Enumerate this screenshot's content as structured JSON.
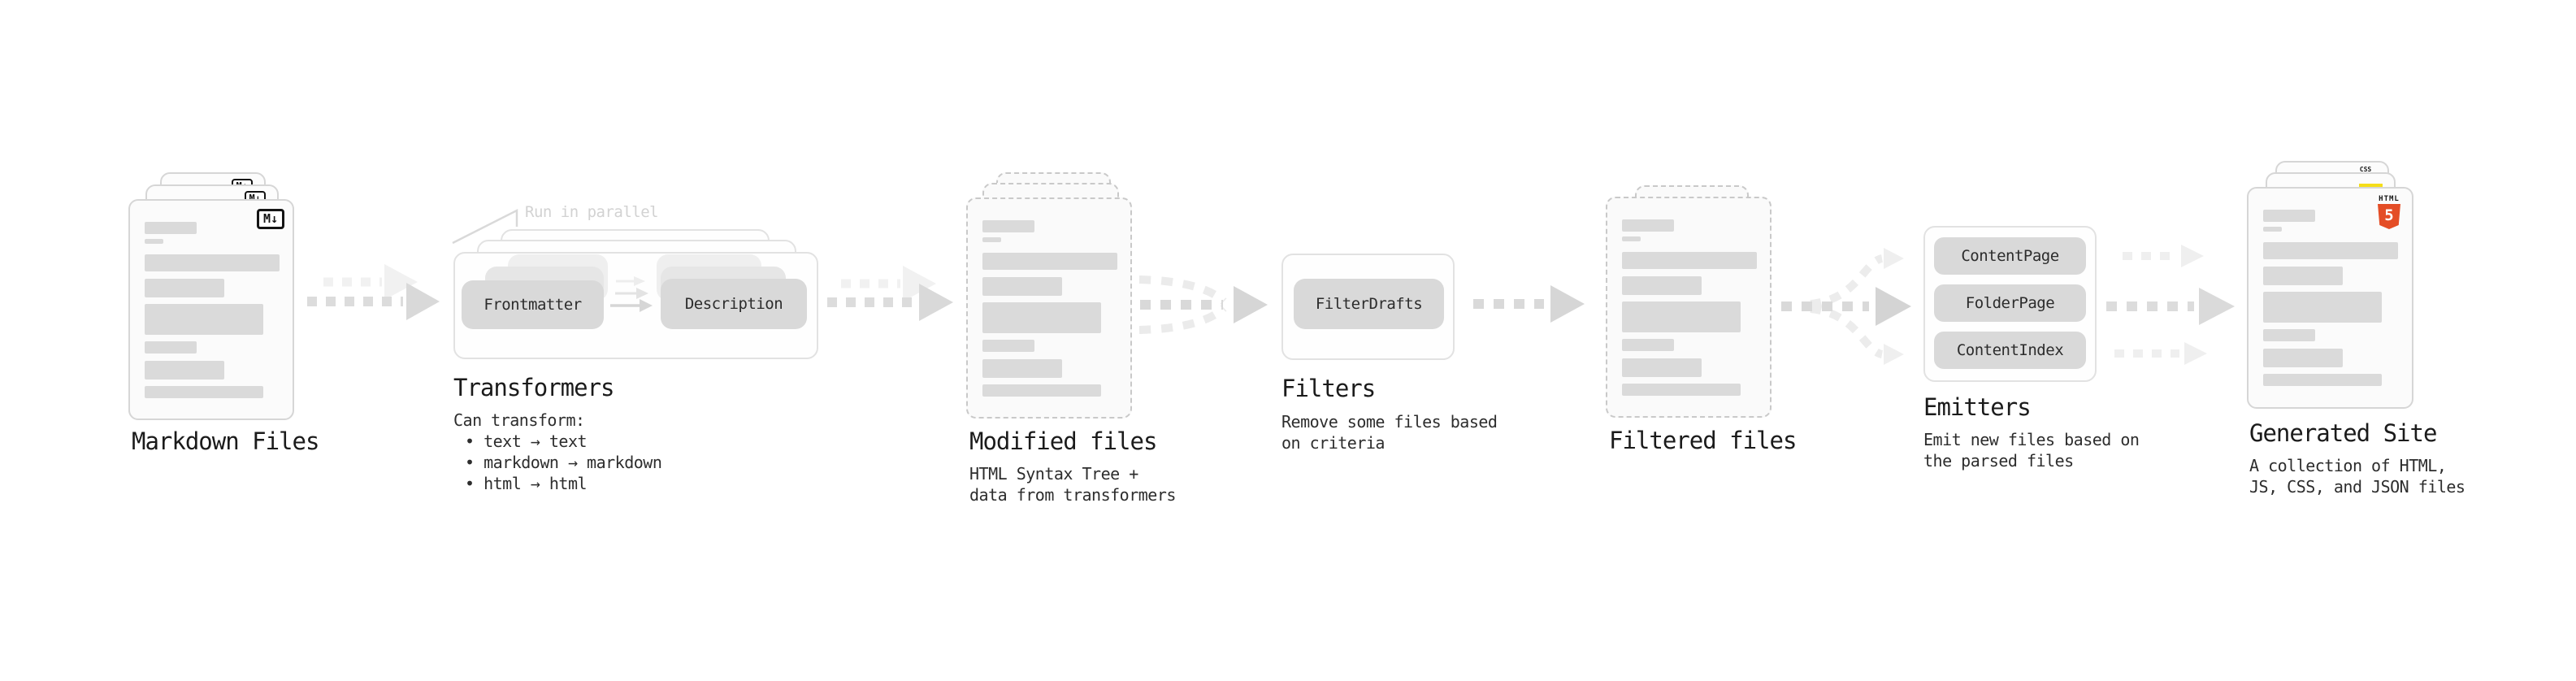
{
  "stages": {
    "markdown_files": {
      "label": "Markdown Files",
      "badge": "M↓"
    },
    "transformers": {
      "label": "Transformers",
      "callout": "Run in parallel",
      "pill_left": "Frontmatter",
      "pill_right": "Description",
      "desc": [
        "Can transform:",
        "• text → text",
        "• markdown → markdown",
        "• html → html"
      ]
    },
    "modified_files": {
      "label": "Modified files",
      "desc": [
        "HTML Syntax Tree +",
        "data from transformers"
      ]
    },
    "filters": {
      "label": "Filters",
      "pill": "FilterDrafts",
      "desc": [
        "Remove some files based",
        "on criteria"
      ]
    },
    "filtered_files": {
      "label": "Filtered files"
    },
    "emitters": {
      "label": "Emitters",
      "pills": [
        "ContentPage",
        "FolderPage",
        "ContentIndex"
      ],
      "desc": [
        "Emit new files based on",
        "the parsed files"
      ]
    },
    "generated_site": {
      "label": "Generated Site",
      "badges": {
        "css": "CSS",
        "html_label": "HTML",
        "html_number": "5"
      },
      "desc": [
        "A collection of HTML,",
        "JS, CSS, and JSON files"
      ]
    }
  },
  "colors": {
    "html5_orange": "#e44d26",
    "css_blue": "#2965f1",
    "js_yellow": "#f5de19",
    "arrow_gray": "#d9d9d9",
    "ghost_gray": "#f1f1f1"
  }
}
